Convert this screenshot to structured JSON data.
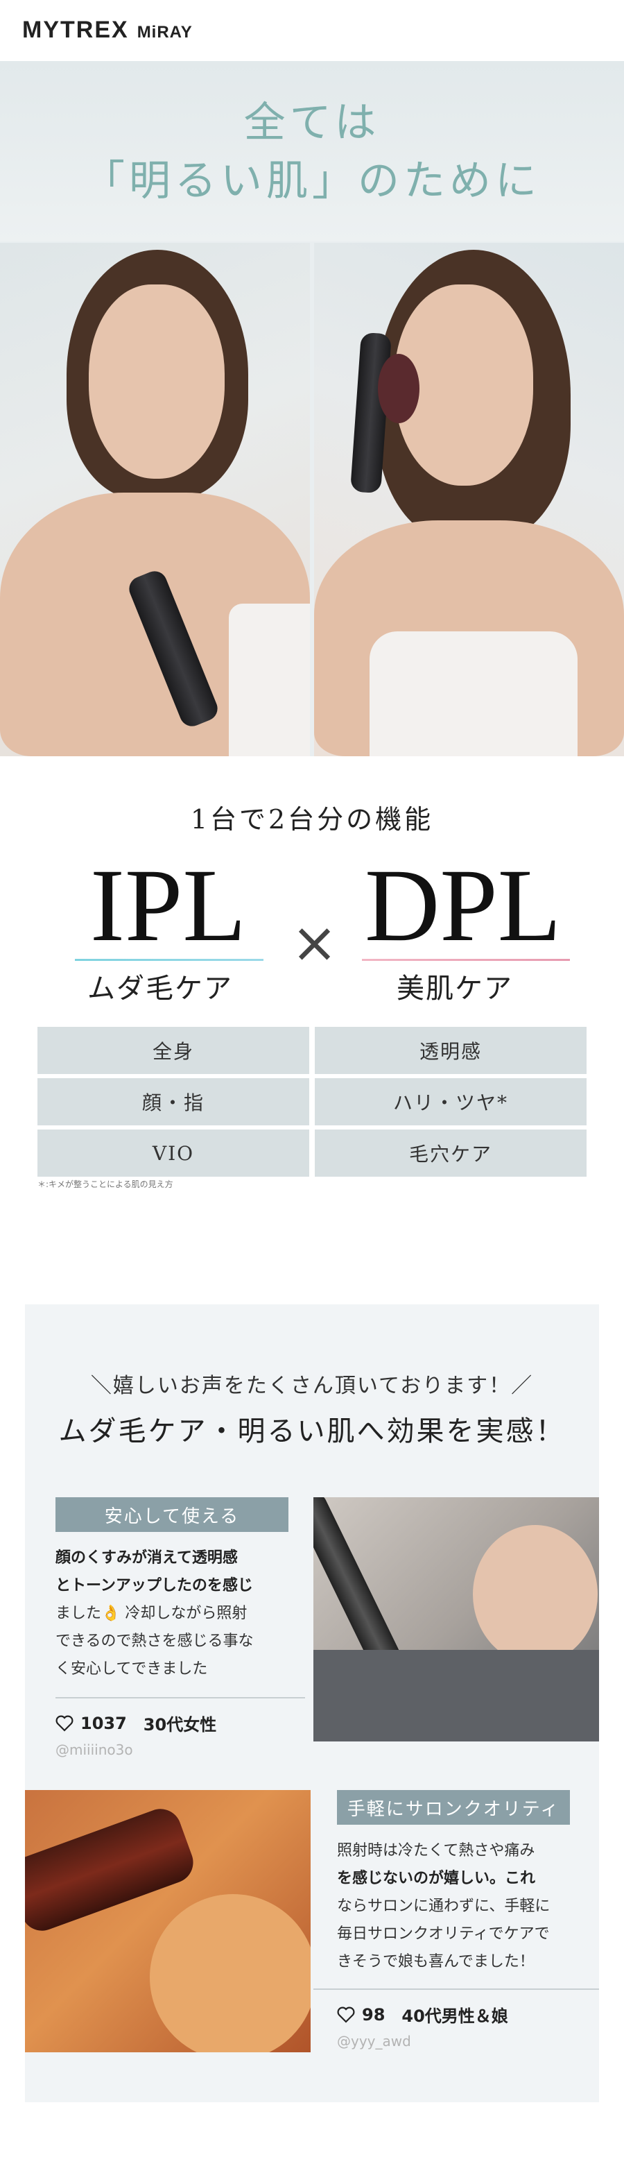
{
  "header": {
    "brand": "MYTREX",
    "sub": "MiRAY"
  },
  "hero": {
    "title_line1": "全ては",
    "title_line2": "「明るい肌」のために"
  },
  "features": {
    "title": "1台で2台分の機能",
    "left": {
      "name": "IPL",
      "label": "ムダ毛ケア"
    },
    "times": "×",
    "right": {
      "name": "DPL",
      "label": "美肌ケア"
    },
    "left_items": [
      "全身",
      "顔・指",
      "VIO"
    ],
    "right_items": [
      "透明感",
      "ハリ・ツヤ*",
      "毛穴ケア"
    ],
    "note": "＊:キメが整うことによる肌の見え方"
  },
  "reviews": {
    "heading1": "＼嬉しいお声をたくさん頂いております！／",
    "heading2": "ムダ毛ケア・明るい肌へ効果を実感！",
    "items": [
      {
        "tag": "安心して使える",
        "text_lines": [
          "顔のくすみが消えて透明感",
          "とトーンアップしたのを感じ",
          "ました👌 冷却しながら照射",
          "できるので熱さを感じる事な",
          "く安心してできました"
        ],
        "likes": "1037",
        "author": "30代女性",
        "handle": "@miiiino3o"
      },
      {
        "tag": "手軽にサロンクオリティ",
        "text_lines": [
          "照射時は冷たくて熱さや痛み",
          "を感じないのが嬉しい。これ",
          "ならサロンに通わずに、手軽に",
          "毎日サロンクオリティでケアで",
          "きそうで娘も喜んでました！"
        ],
        "likes": "98",
        "author": "40代男性＆娘",
        "handle": "@yyy_awd"
      }
    ]
  },
  "colors": {
    "accent": "#7fb0ad",
    "ipl_line": "#7fd3df",
    "dpl_line": "#e79bb0",
    "tag_bg": "#8ba0a7"
  },
  "icons": [
    "heart-icon"
  ]
}
